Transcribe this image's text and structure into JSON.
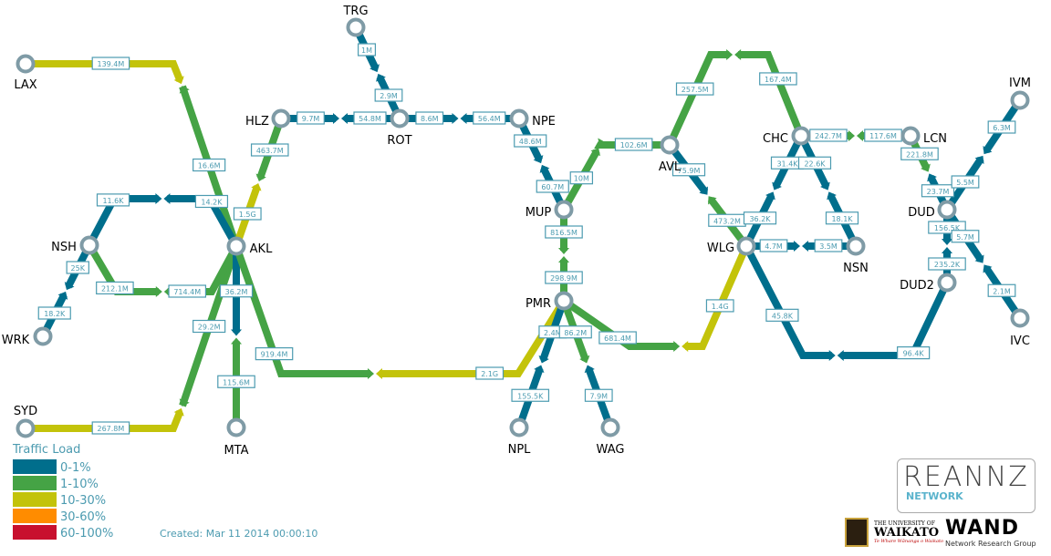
{
  "colors": {
    "load_0_1": "#006E8C",
    "load_1_10": "#45A345",
    "load_10_30": "#C3C30A",
    "load_30_60": "#FF8C00",
    "load_60_100": "#C8102E",
    "label_border": "#4C9BB0",
    "node_ring": "#7F9BA6"
  },
  "nodes": [
    "LAX",
    "TRG",
    "HLZ",
    "ROT",
    "NPE",
    "AKL",
    "NSH",
    "WRK",
    "SYD",
    "MTA",
    "MUP",
    "PMR",
    "NPL",
    "WAG",
    "AVL",
    "CHC",
    "LCN",
    "WLG",
    "NSN",
    "DUD",
    "DUD2",
    "IVM",
    "IVC"
  ],
  "links": [
    {
      "from": "LAX",
      "to": "AKL",
      "a": "139.4M",
      "ac": "y",
      "b": "16.6M",
      "bc": "g"
    },
    {
      "from": "SYD",
      "to": "AKL",
      "a": "267.8M",
      "ac": "y",
      "b": "29.2M",
      "bc": "g"
    },
    {
      "from": "TRG",
      "to": "ROT",
      "a": "1M",
      "ac": "b",
      "b": "2.9M",
      "bc": "b"
    },
    {
      "from": "HLZ",
      "to": "ROT",
      "a": "9.7M",
      "ac": "b",
      "b": "54.8M",
      "bc": "b"
    },
    {
      "from": "ROT",
      "to": "NPE",
      "a": "8.6M",
      "ac": "b",
      "b": "56.4M",
      "bc": "b"
    },
    {
      "from": "HLZ",
      "to": "AKL",
      "a": "463.7M",
      "ac": "g",
      "b": "1.5G",
      "bc": "y"
    },
    {
      "from": "NSH",
      "to": "AKL",
      "a": "11.6K",
      "ac": "b",
      "b": "14.2K",
      "bc": "b",
      "route": "upper"
    },
    {
      "from": "NSH",
      "to": "AKL",
      "a": "212.1M",
      "ac": "g",
      "b": "714.4M",
      "bc": "g",
      "route": "lower"
    },
    {
      "from": "NSH",
      "to": "WRK",
      "a": "25K",
      "ac": "b",
      "b": "18.2K",
      "bc": "b"
    },
    {
      "from": "AKL",
      "to": "MTA",
      "a": "36.2M",
      "ac": "b",
      "b": "115.6M",
      "bc": "g"
    },
    {
      "from": "AKL",
      "to": "PMR",
      "a": "919.4M",
      "ac": "g",
      "b": "2.1G",
      "bc": "y"
    },
    {
      "from": "NPE",
      "to": "MUP",
      "a": "48.6M",
      "ac": "b",
      "b": "60.7M",
      "bc": "b"
    },
    {
      "from": "MUP",
      "to": "AVL",
      "a": "10M",
      "ac": "g",
      "b": "102.6M",
      "bc": "g"
    },
    {
      "from": "MUP",
      "to": "PMR",
      "a": "816.5M",
      "ac": "g",
      "b": "298.9M",
      "bc": "g"
    },
    {
      "from": "PMR",
      "to": "NPL",
      "a": "2.4M",
      "ac": "b",
      "b": "155.5K",
      "bc": "b"
    },
    {
      "from": "PMR",
      "to": "WAG",
      "a": "86.2M",
      "ac": "g",
      "b": "7.9M",
      "bc": "b"
    },
    {
      "from": "PMR",
      "to": "WLG",
      "a": "681.4M",
      "ac": "g",
      "b": "1.4G",
      "bc": "y"
    },
    {
      "from": "AVL",
      "to": "CHC",
      "a": "257.5M",
      "ac": "g",
      "b": "167.4M",
      "bc": "g"
    },
    {
      "from": "AVL",
      "to": "WLG",
      "a": "75.9M",
      "ac": "b",
      "b": "473.2M",
      "bc": "g"
    },
    {
      "from": "CHC",
      "to": "WLG",
      "a": "31.4K",
      "ac": "b",
      "b": "36.2K",
      "bc": "b"
    },
    {
      "from": "CHC",
      "to": "NSN",
      "a": "22.6K",
      "ac": "b",
      "b": "18.1K",
      "bc": "b"
    },
    {
      "from": "WLG",
      "to": "NSN",
      "a": "4.7M",
      "ac": "b",
      "b": "3.5M",
      "bc": "b"
    },
    {
      "from": "CHC",
      "to": "LCN",
      "a": "242.7M",
      "ac": "g",
      "b": "117.6M",
      "bc": "g"
    },
    {
      "from": "LCN",
      "to": "DUD",
      "a": "221.8M",
      "ac": "g",
      "b": "23.7M",
      "bc": "b"
    },
    {
      "from": "WLG",
      "to": "DUD2",
      "a": "45.8K",
      "ac": "b",
      "b": "96.4K",
      "bc": "b"
    },
    {
      "from": "DUD",
      "to": "DUD2",
      "a": "156.5K",
      "ac": "b",
      "b": "235.2K",
      "bc": "b"
    },
    {
      "from": "DUD",
      "to": "IVM",
      "a": "5.5M",
      "ac": "b",
      "b": "6.3M",
      "bc": "b"
    },
    {
      "from": "DUD",
      "to": "IVC",
      "a": "5.7M",
      "ac": "b",
      "b": "2.1M",
      "bc": "b"
    }
  ],
  "legend": {
    "title": "Traffic Load",
    "items": [
      {
        "label": "0-1%",
        "color": "#006E8C"
      },
      {
        "label": "1-10%",
        "color": "#45A345"
      },
      {
        "label": "10-30%",
        "color": "#C3C30A"
      },
      {
        "label": "30-60%",
        "color": "#FF8C00"
      },
      {
        "label": "60-100%",
        "color": "#C8102E"
      }
    ]
  },
  "created": "Created: Mar 11 2014 00:00:10",
  "logos": {
    "reannz_main": "REANNZ",
    "reannz_sub": "NETWORK",
    "waikato_small": "THE UNIVERSITY OF",
    "waikato_big": "WAIKATO",
    "waikato_tag": "Te Whare Wānanga o Waikato",
    "wand_main": "WAND",
    "wand_sub": "Network Research Group"
  }
}
